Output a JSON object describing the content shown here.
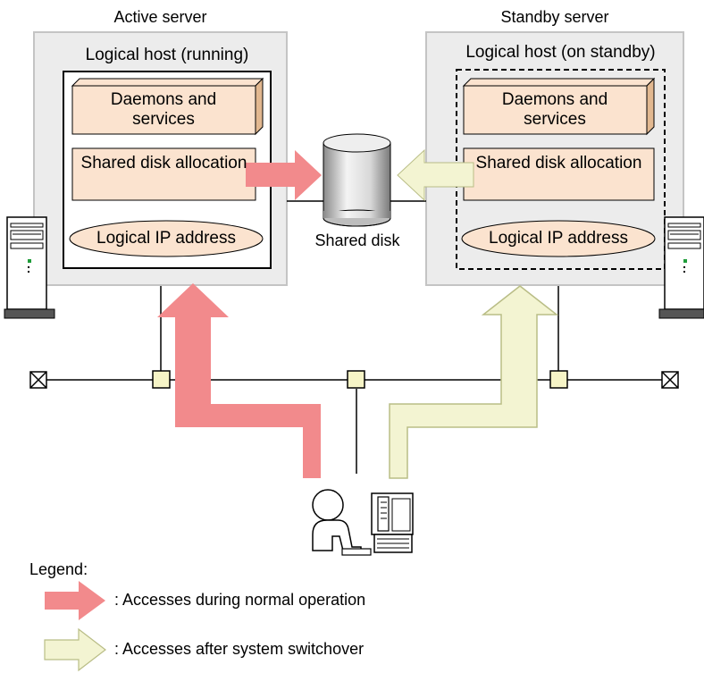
{
  "active_server": {
    "title": "Active server",
    "logical_host": "Logical host (running)",
    "daemons": "Daemons and services",
    "disk_alloc": "Shared disk allocation",
    "logical_ip": "Logical IP address"
  },
  "standby_server": {
    "title": "Standby server",
    "logical_host": "Logical host (on standby)",
    "daemons": "Daemons and services",
    "disk_alloc": "Shared disk allocation",
    "logical_ip": "Logical IP address"
  },
  "shared_disk": {
    "label": "Shared disk"
  },
  "legend": {
    "title": "Legend:",
    "normal": ": Accesses during normal operation",
    "switchover": ": Accesses after system switchover"
  },
  "colors": {
    "panel": "#ececec",
    "panel_border": "#c4c4c4",
    "block_fill": "#fbe3cf",
    "block_side": "#e2b890",
    "normal_arrow": "#f28a8c",
    "switchover_arrow": "#f3f4d2",
    "switchover_arrow_border": "#b9bd86",
    "hub_fill": "#f6f4c6"
  }
}
